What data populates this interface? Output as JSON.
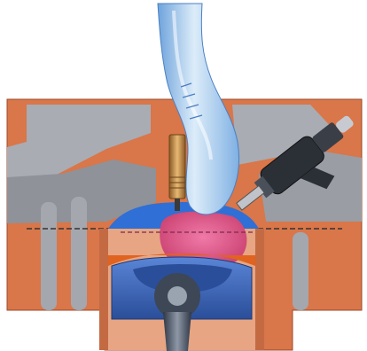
{
  "diagram": {
    "subject": "engine-cylinder-cutaway",
    "components": [
      "intake-port",
      "spark-plug",
      "fuel-injector",
      "combustion-chamber",
      "piston",
      "connecting-rod",
      "cylinder-head",
      "cylinder-block"
    ],
    "colors": {
      "background": "#ffffff",
      "cast_metal": "#d9764a",
      "cast_metal_dark": "#b85a33",
      "cavity": "#a9acb3",
      "cavity_dark": "#8a8d94",
      "intake_port": "#9cc3ea",
      "intake_highlight": "#dcecf9",
      "combustion_ring": "#2f6fd6",
      "charge": "#e05a8c",
      "spark_plug": "#c8944f",
      "injector": "#2b2f36",
      "piston": "#3c68c4",
      "connecting_rod": "#4a5566"
    },
    "icons": [
      "spark-plug-icon",
      "fuel-injector-icon",
      "intake-port-icon",
      "piston-icon",
      "connecting-rod-icon"
    ]
  }
}
